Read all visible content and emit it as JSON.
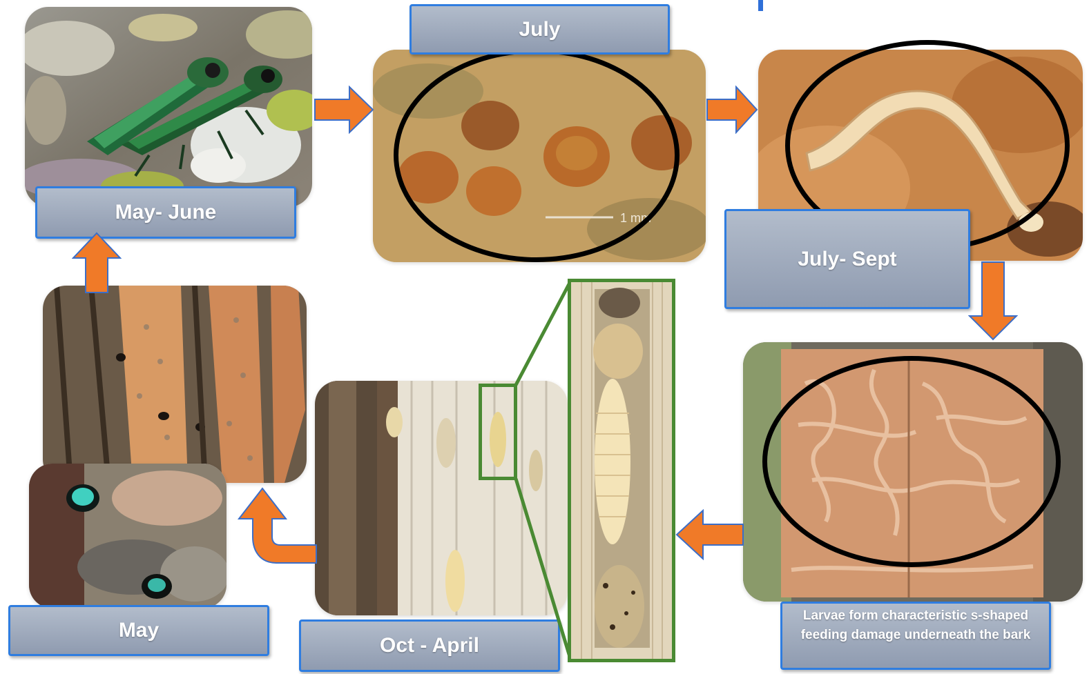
{
  "stages": {
    "adults": {
      "label": "May- June"
    },
    "eggs": {
      "label": "July",
      "scale_text": "1 mm"
    },
    "larva": {
      "label": "July- Sept"
    },
    "galleries": {
      "label": "Larvae form characteristic s-shaped feeding damage underneath the bark"
    },
    "overwinter": {
      "label": "Oct - April"
    },
    "emergence": {
      "label": "May"
    }
  },
  "colors": {
    "arrow": "#f07a28",
    "arrow_outline": "#3b6ec8",
    "label_fill": "#9aa5b8",
    "label_border": "#2f7de0",
    "highlight_oval": "#000000",
    "zoom_box": "#4a8a33"
  }
}
